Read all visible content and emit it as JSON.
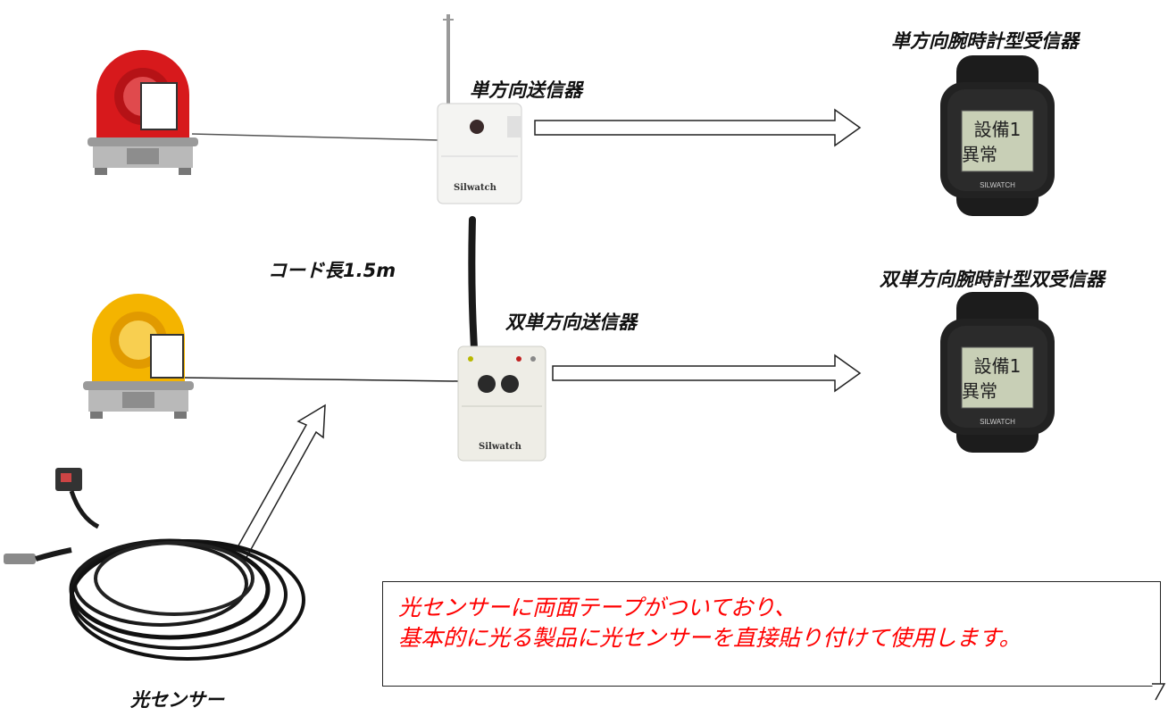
{
  "labels": {
    "one_way_transmitter": "単方向送信器",
    "one_way_receiver": "単方向腕時計型受信器",
    "cord_length": "コード長1.5m",
    "two_way_receiver": "双単方向腕時計型双受信器",
    "two_way_transmitter": "双単方向送信器",
    "light_sensor": "光センサー"
  },
  "device_brand": "Silwatch",
  "watch": {
    "brand": "SILWATCH",
    "screen_line1": "設備1",
    "screen_line2": "異常"
  },
  "note": {
    "line1": "光センサーに両面テープがついており、",
    "line2": "基本的に光る製品に光センサーを直接貼り付けて使用します。"
  },
  "colors": {
    "note_text": "#ff0000",
    "beacon_red": "#d7191c",
    "beacon_yellow": "#f4b400"
  }
}
